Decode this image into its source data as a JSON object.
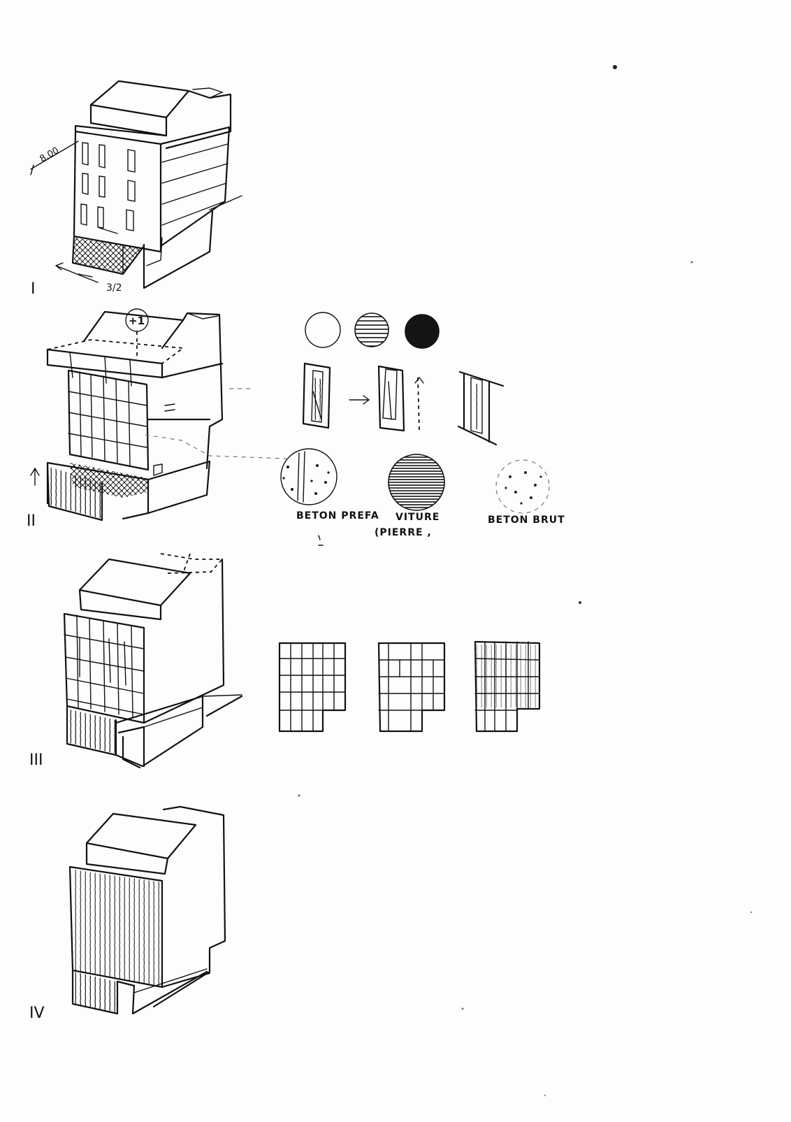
{
  "steps": [
    {
      "numeral": "I",
      "dimension": "8.00",
      "arrow_note": "3/2"
    },
    {
      "numeral": "II",
      "roof_tag": "+1"
    },
    {
      "numeral": "III"
    },
    {
      "numeral": "IV"
    }
  ],
  "materials": [
    {
      "label": "BETON PREFA"
    },
    {
      "label": "VITURE"
    },
    {
      "label": "BETON BRUT"
    }
  ],
  "material_note": "(PIERRE ,",
  "ink_color": "#111111",
  "paper_color": "#fdfdfd"
}
